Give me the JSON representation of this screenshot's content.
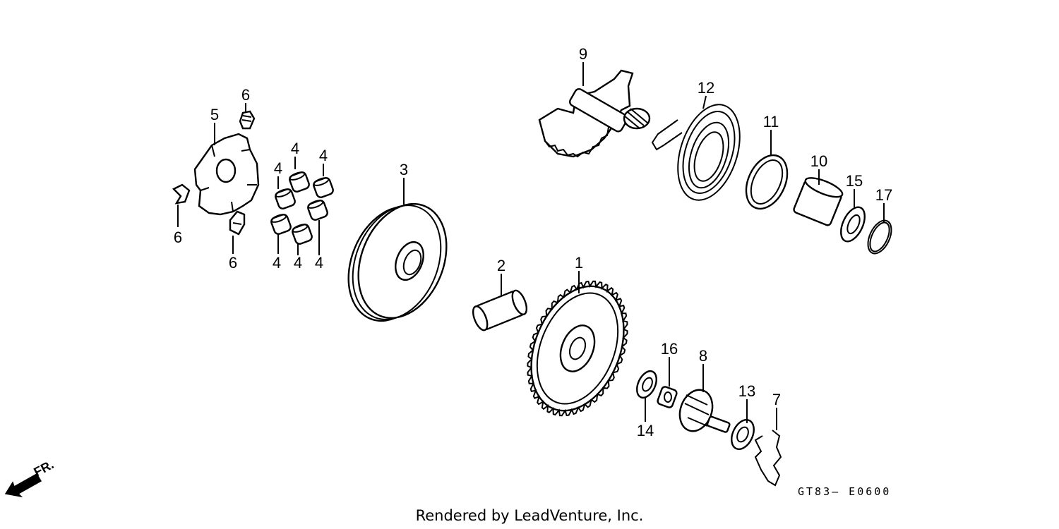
{
  "diagram": {
    "drawing_code": "GT83— E0600",
    "credit": "Rendered by LeadVenture, Inc.",
    "front_marker": "FR."
  },
  "callouts": [
    {
      "id": "c1",
      "label": "1"
    },
    {
      "id": "c2",
      "label": "2"
    },
    {
      "id": "c3",
      "label": "3"
    },
    {
      "id": "c4a",
      "label": "4"
    },
    {
      "id": "c4b",
      "label": "4"
    },
    {
      "id": "c4c",
      "label": "4"
    },
    {
      "id": "c4d",
      "label": "4"
    },
    {
      "id": "c4e",
      "label": "4"
    },
    {
      "id": "c4f",
      "label": "4"
    },
    {
      "id": "c5",
      "label": "5"
    },
    {
      "id": "c6a",
      "label": "6"
    },
    {
      "id": "c6b",
      "label": "6"
    },
    {
      "id": "c6c",
      "label": "6"
    },
    {
      "id": "c7",
      "label": "7"
    },
    {
      "id": "c8",
      "label": "8"
    },
    {
      "id": "c9",
      "label": "9"
    },
    {
      "id": "c10",
      "label": "10"
    },
    {
      "id": "c11",
      "label": "11"
    },
    {
      "id": "c12",
      "label": "12"
    },
    {
      "id": "c13",
      "label": "13"
    },
    {
      "id": "c14",
      "label": "14"
    },
    {
      "id": "c15",
      "label": "15"
    },
    {
      "id": "c16",
      "label": "16"
    },
    {
      "id": "c17",
      "label": "17"
    }
  ]
}
